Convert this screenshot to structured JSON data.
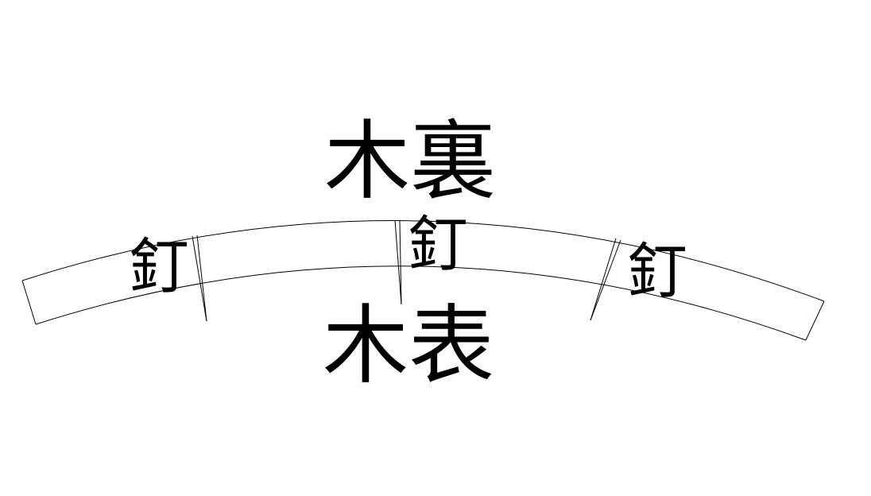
{
  "labels": {
    "wood_back": "木裏",
    "wood_front": "木表",
    "nail_left": "釘",
    "nail_center": "釘",
    "nail_right": "釘"
  },
  "colors": {
    "line": "#000000",
    "text": "#000000",
    "background": "#ffffff"
  }
}
